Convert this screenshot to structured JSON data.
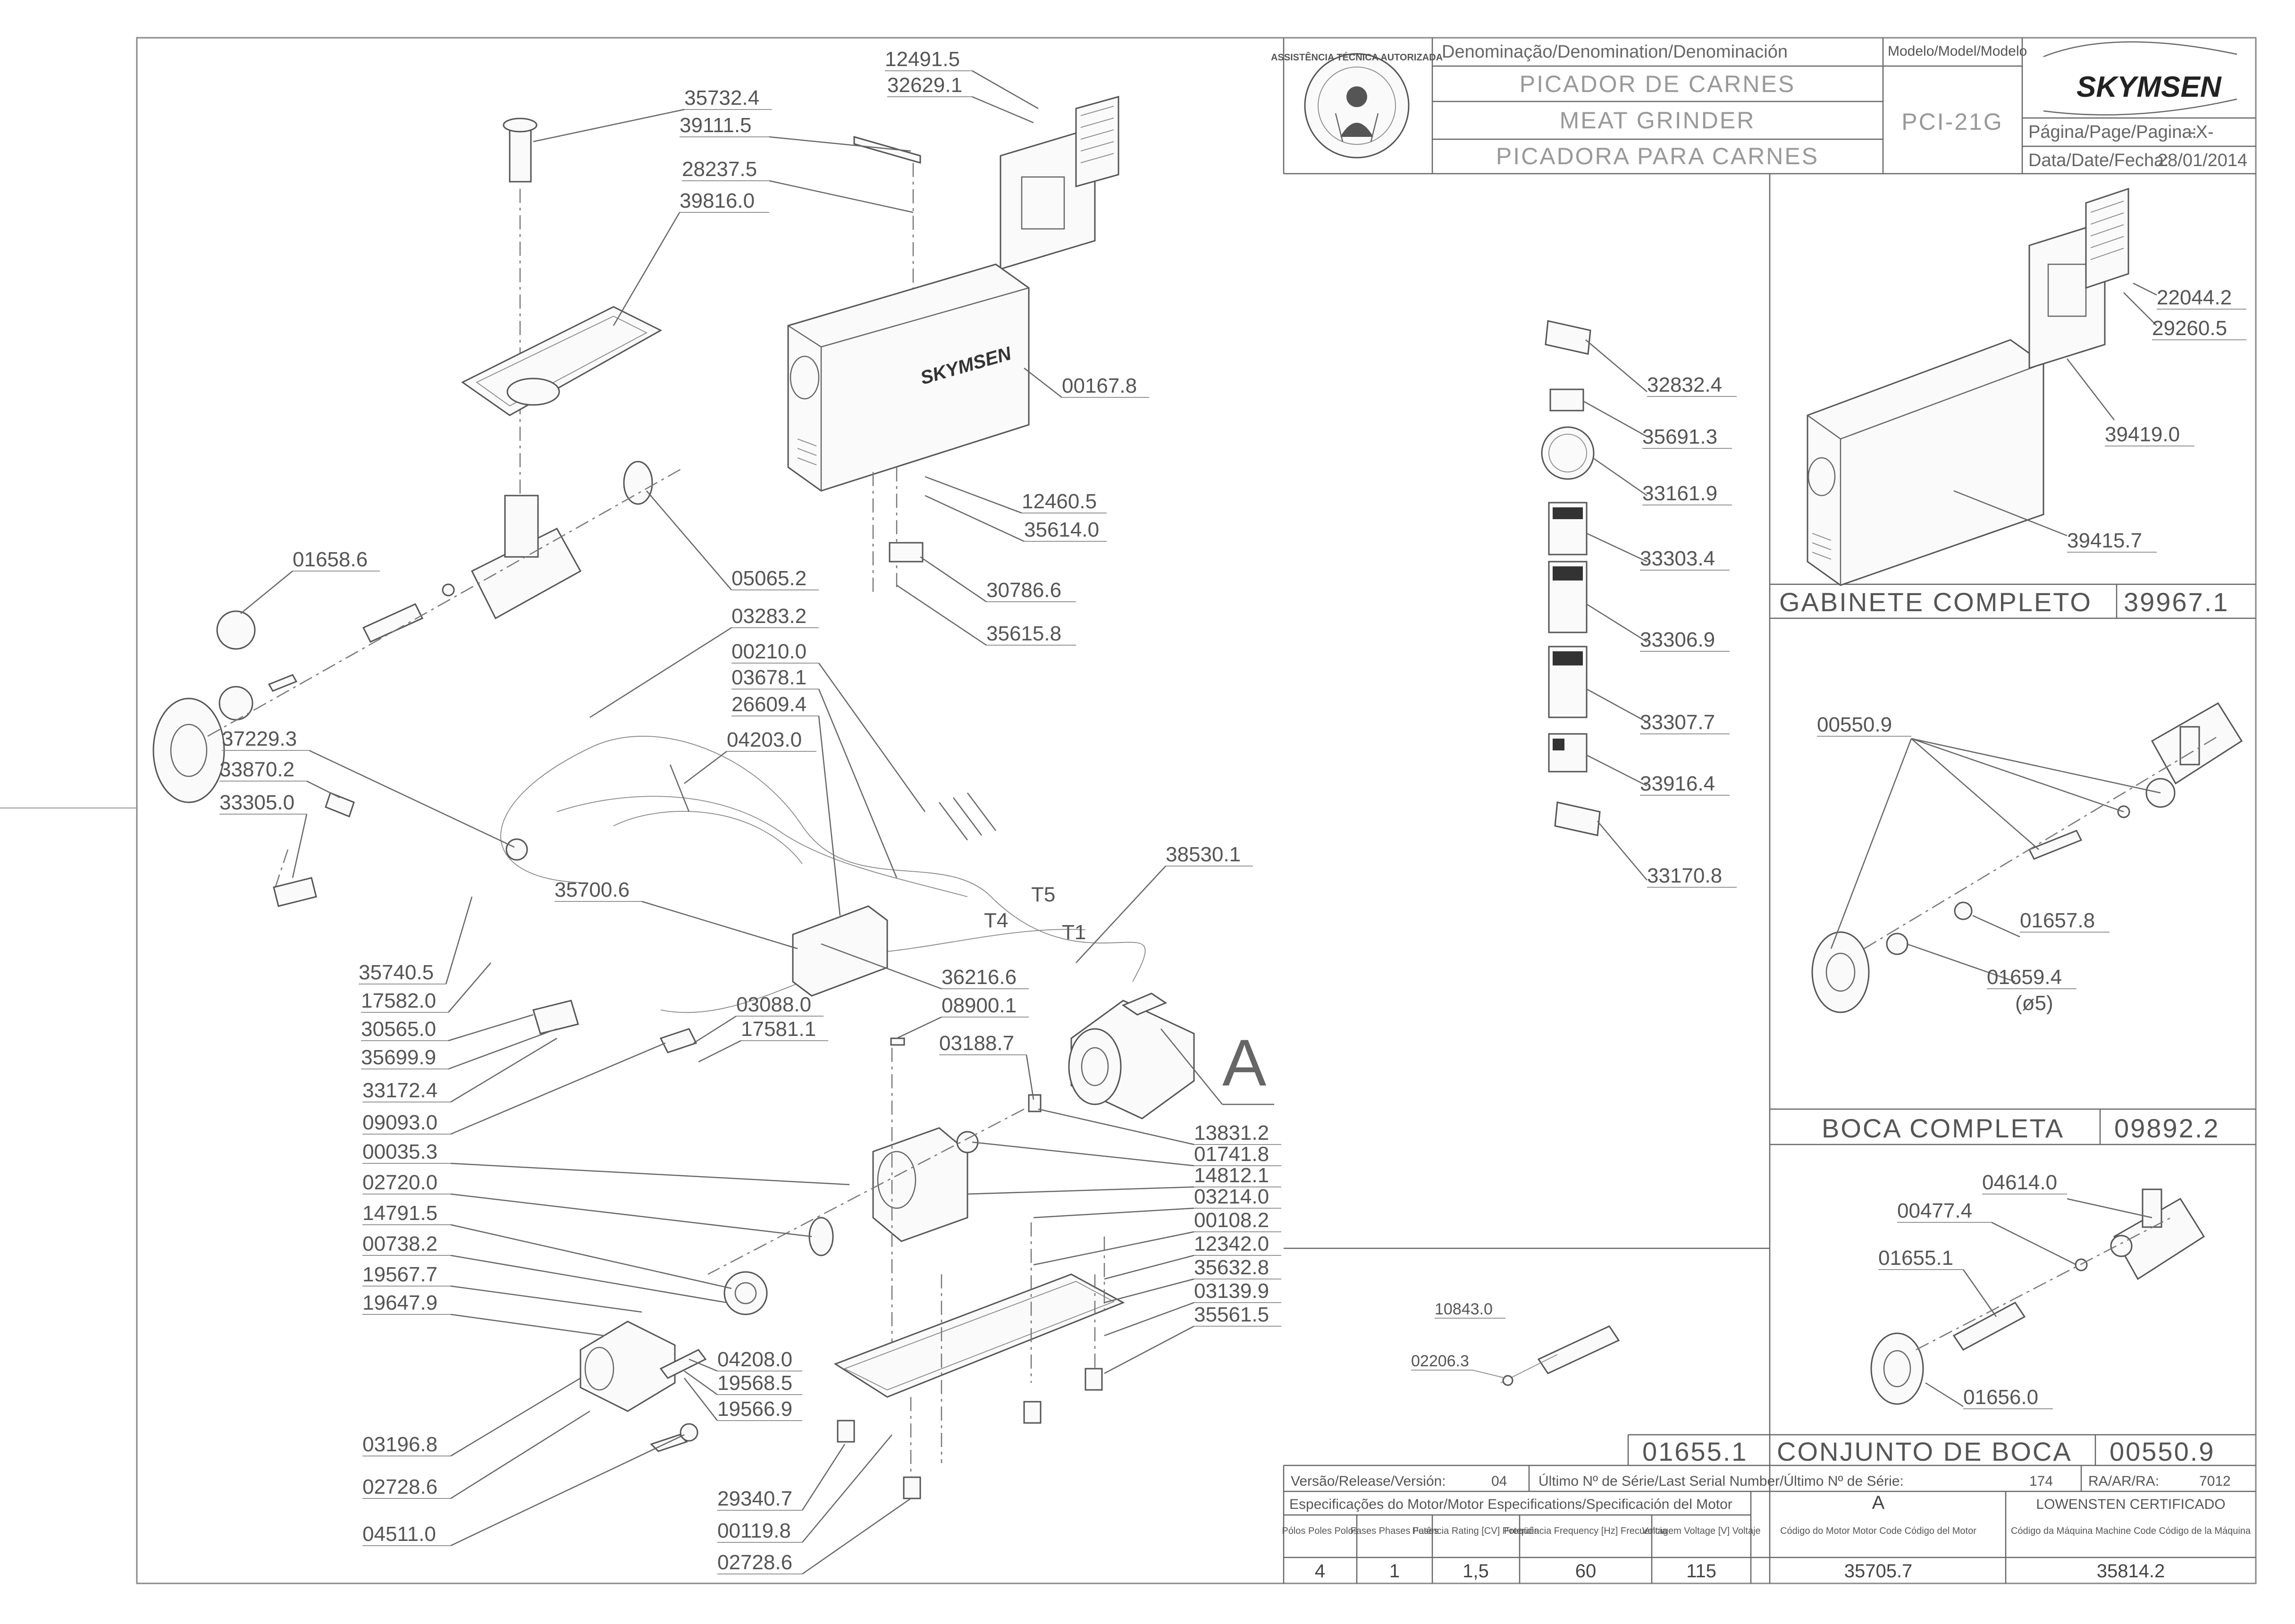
{
  "header": {
    "denomination_label": "Denominação/Denomination/Denominación",
    "name_pt": "PICADOR DE CARNES",
    "name_en": "MEAT GRINDER",
    "name_es": "PICADORA PARA CARNES",
    "model_label": "Modelo/Model/Modelo",
    "model": "PCI-21G",
    "brand": "SKYMSEN",
    "page_label": "Página/Page/Pagina:",
    "page_value": "-X-",
    "date_label": "Data/Date/Fecha:",
    "date_value": "28/01/2014",
    "seal_text": "ASSISTÊNCIA TÉCNICA AUTORIZADA"
  },
  "main_callouts": [
    "12491.5",
    "32629.1",
    "35732.4",
    "39111.5",
    "28237.5",
    "39816.0",
    "00167.8",
    "12460.5",
    "35614.0",
    "30786.6",
    "35615.8",
    "05065.2",
    "01658.6",
    "03283.2",
    "00210.0",
    "03678.1",
    "26609.4",
    "04203.0",
    "37229.3",
    "33870.2",
    "33305.0",
    "35740.5",
    "17582.0",
    "30565.0",
    "35699.9",
    "33172.4",
    "09093.0",
    "35700.6",
    "03088.0",
    "17581.1",
    "36216.6",
    "08900.1",
    "03188.7",
    "38530.1",
    "13831.2",
    "01741.8",
    "14812.1",
    "03214.0",
    "00108.2",
    "12342.0",
    "35632.8",
    "03139.9",
    "35561.5",
    "00035.3",
    "02720.0",
    "14791.5",
    "00738.2",
    "19567.7",
    "19647.9",
    "04208.0",
    "19568.5",
    "19566.9",
    "03196.8",
    "02728.6",
    "04511.0",
    "29340.7",
    "00119.8",
    "02728.6"
  ],
  "wire_labels": [
    "T5",
    "T4",
    "T1"
  ],
  "motor_letter": "A",
  "decals": [
    "32832.4",
    "35691.3",
    "33161.9",
    "33303.4",
    "33306.9",
    "33307.7",
    "33916.4",
    "33170.8"
  ],
  "cabinet_panel": {
    "callouts": [
      "22044.2",
      "29260.5",
      "39419.0",
      "39415.7"
    ],
    "title": "GABINETE COMPLETO",
    "code": "39967.1"
  },
  "mouth_panel": {
    "callouts": [
      "00550.9",
      "01657.8",
      "01659.4",
      "(ø5)"
    ],
    "title": "BOCA COMPLETA",
    "code": "09892.2"
  },
  "mouth_set_panel": {
    "callouts": [
      "04614.0",
      "00477.4",
      "01655.1",
      "01656.0"
    ],
    "title": "CONJUNTO DE BOCA",
    "code": "00550.9"
  },
  "worm_panel": {
    "callouts": [
      "10843.0",
      "02206.3"
    ],
    "code": "01655.1"
  },
  "footer": {
    "version_label": "Versão/Release/Versión:",
    "version_value": "04",
    "serial_label": "Último Nº de Série/Last Serial Number/Último Nº de Série:",
    "serial_value": "174",
    "ra_label": "RA/AR/RA:",
    "ra_value": "7012",
    "motor_spec_label": "Especificações do Motor/Motor Especifications/Specificación del Motor",
    "motor_letter": "A",
    "motor_brand": "LOWENSTEN CERTIFICADO",
    "col_poles": "Pólos Poles Polos",
    "col_phases": "Fases Phases Fases",
    "col_rating": "Potência Rating [CV] Potencia",
    "col_freq": "Freqüência Frequency [Hz] Frecuencia",
    "col_voltage": "Voltagem Voltage [V] Voltaje",
    "col_motor_code": "Código do Motor Motor Code Código del Motor",
    "col_machine_code": "Código da Máquina Machine Code Código de la Máquina",
    "poles": "4",
    "phases": "1",
    "rating": "1,5",
    "frequency": "60",
    "voltage": "115",
    "motor_code": "35705.7",
    "machine_code": "35814.2"
  }
}
